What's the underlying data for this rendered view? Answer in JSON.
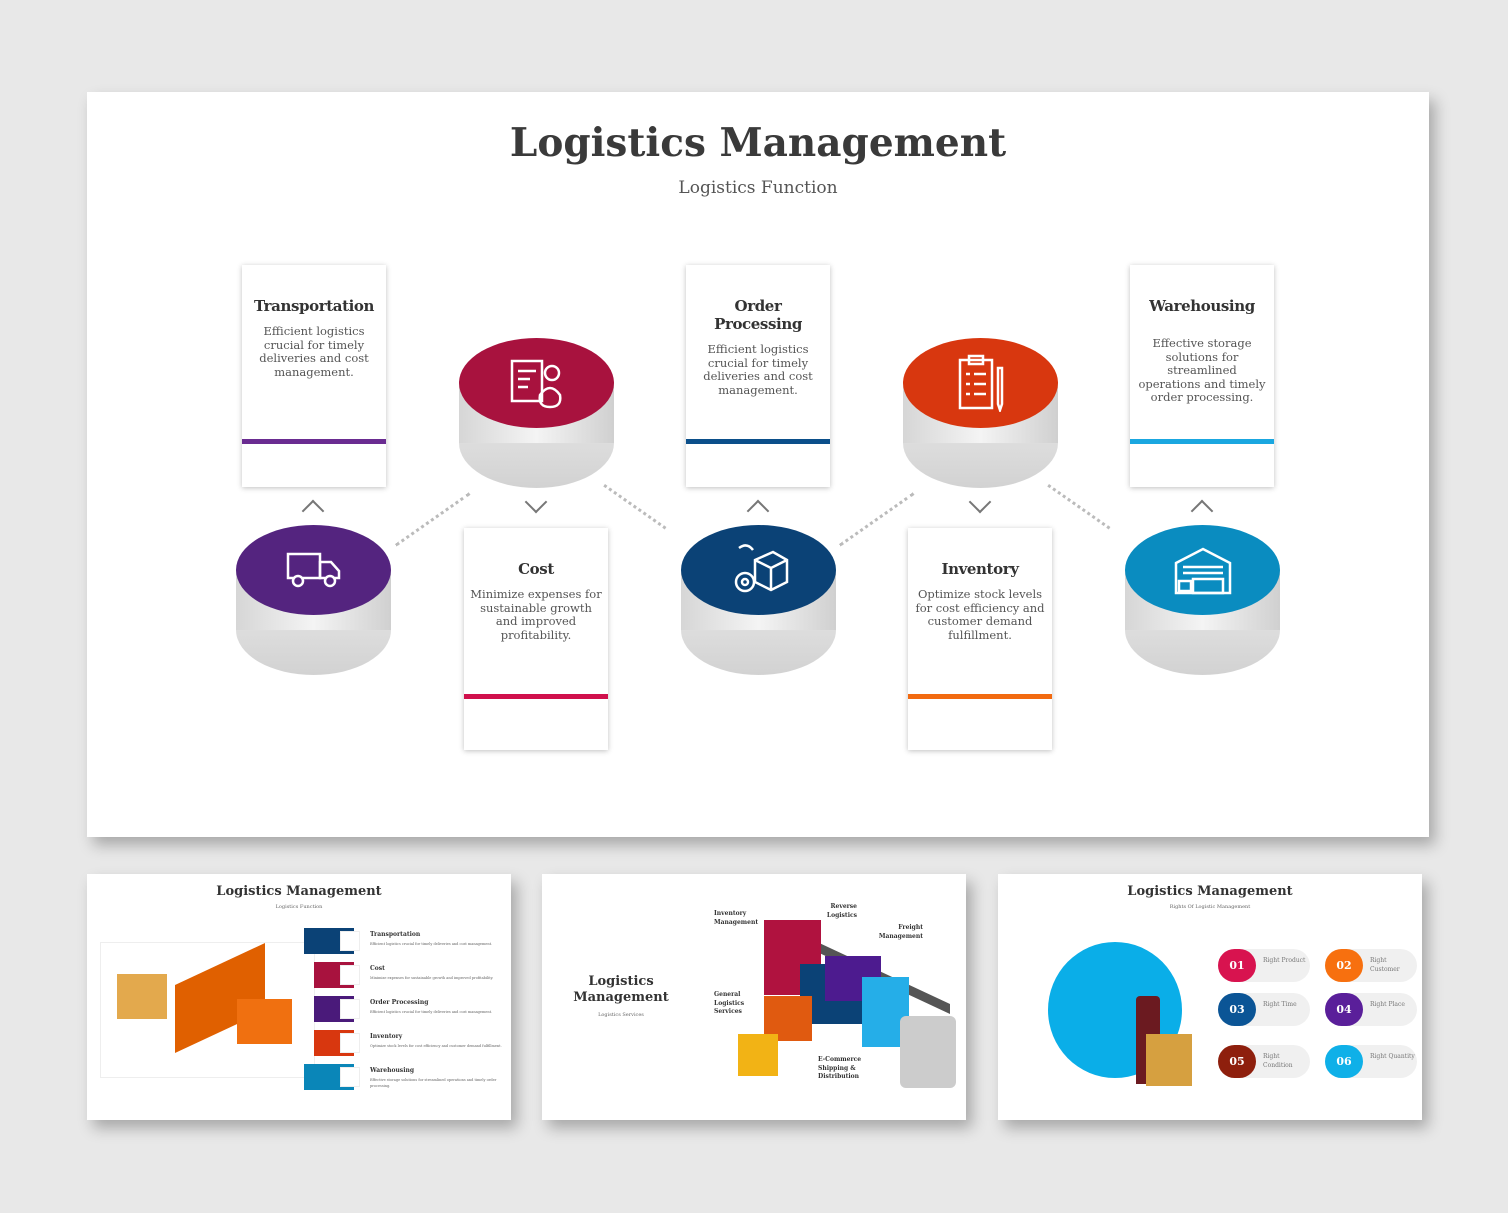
{
  "main": {
    "title": "Logistics Management",
    "subtitle": "Logistics Function",
    "cards": [
      {
        "title": "Transportation",
        "text": "Efficient logistics crucial for timely deliveries and cost management.",
        "color": "#6a2c91",
        "icon": "truck-icon"
      },
      {
        "title": "Cost",
        "text": "Minimize expenses for sustainable growth and improved profitability.",
        "color": "#d0104c",
        "icon": "report-money-gear-icon"
      },
      {
        "title": "Order Processing",
        "text": "Efficient logistics crucial for timely deliveries and cost management.",
        "color": "#0b4f8a",
        "icon": "box-gear-icon"
      },
      {
        "title": "Inventory",
        "text": "Optimize stock levels for cost efficiency and customer demand fulfillment.",
        "color": "#f26a10",
        "icon": "clipboard-pen-icon"
      },
      {
        "title": "Warehousing",
        "text": "Effective storage solutions for streamlined operations and timely order processing.",
        "color": "#1aa7e0",
        "icon": "warehouse-icon"
      }
    ],
    "cylinder_colors": [
      "#54247f",
      "#a8123e",
      "#0b4276",
      "#d8370f",
      "#0a8cc0"
    ]
  },
  "thumb1": {
    "title": "Logistics Management",
    "subtitle": "Logistics Function",
    "items": [
      {
        "title": "Transportation",
        "text": "Efficient logistics crucial for timely deliveries and cost management.",
        "color": "#0b4276"
      },
      {
        "title": "Cost",
        "text": "Minimize expenses for sustainable growth and improved profitability.",
        "color": "#a8123e"
      },
      {
        "title": "Order Processing",
        "text": "Efficient logistics crucial for timely deliveries and cost management.",
        "color": "#4a1a7a"
      },
      {
        "title": "Inventory",
        "text": "Optimize stock levels for cost efficiency and customer demand fulfillment.",
        "color": "#d8370f"
      },
      {
        "title": "Warehousing",
        "text": "Effective storage solutions for streamlined operations and timely order processing.",
        "color": "#0a86b8"
      }
    ]
  },
  "thumb2": {
    "title": "Logistics Management",
    "subtitle": "Logistics Services",
    "labels": [
      "Inventory Management",
      "Reverse Logistics",
      "Freight Management",
      "General Logistics Services",
      "E-Commerce Shipping & Distribution"
    ]
  },
  "thumb3": {
    "title": "Logistics Management",
    "subtitle": "Rights Of Logistic Management",
    "rights": [
      {
        "num": "01",
        "label": "Right Product",
        "color": "#d8134f"
      },
      {
        "num": "02",
        "label": "Right Customer",
        "color": "#f7700f"
      },
      {
        "num": "03",
        "label": "Right Time",
        "color": "#0b5596"
      },
      {
        "num": "04",
        "label": "Right Place",
        "color": "#5a1f9a"
      },
      {
        "num": "05",
        "label": "Right Condition",
        "color": "#8e1f0d"
      },
      {
        "num": "06",
        "label": "Right Quantity",
        "color": "#0fb0e8"
      }
    ]
  }
}
